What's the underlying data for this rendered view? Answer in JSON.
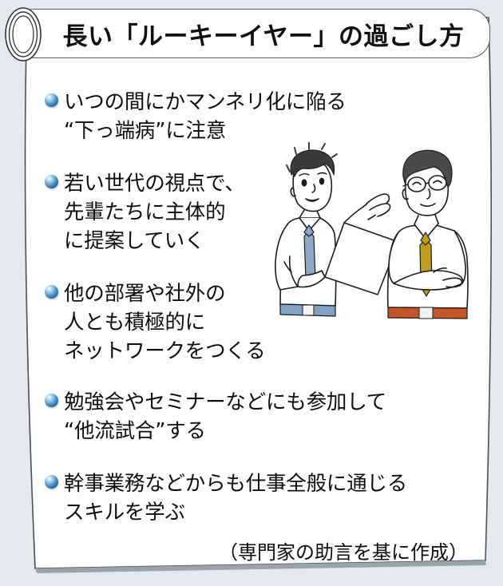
{
  "page": {
    "background_color": "#e3e9ef",
    "sheet_color": "#ffffff",
    "border_color": "#555b61"
  },
  "header": {
    "title": "長い「ルーキーイヤー」の過ごし方",
    "scroll_roll_icon": "scroll-roll-icon"
  },
  "bullets": [
    {
      "marker": "blue-sphere-bullet",
      "text": "いつの間にかマンネリ化に陥る\n“下っ端病”に注意"
    },
    {
      "marker": "blue-sphere-bullet",
      "text": "若い世代の視点で、\n先輩たちに主体的\nに提案していく"
    },
    {
      "marker": "blue-sphere-bullet",
      "text": "他の部署や社外の\n人とも積極的に\nネットワークをつくる"
    },
    {
      "marker": "blue-sphere-bullet",
      "text": "勉強会やセミナーなどにも参加して\n“他流試合”する"
    },
    {
      "marker": "blue-sphere-bullet",
      "text": "幹事業務などからも仕事全般に通じる\nスキルを学ぶ"
    }
  ],
  "footer": {
    "source_note": "（専門家の助言を基に作成）"
  },
  "illustration": {
    "name": "two-businessmen-illustration",
    "description": "young-employee-with-document-and-senior-colleague",
    "young_man": {
      "tie_color": "#8fa8c8",
      "belt_color": "#7ea1c4",
      "hair_color": "#3b3b3b"
    },
    "senior_man": {
      "tie_color": "#c19a1e",
      "belt_color": "#c4552a",
      "hair_color": "#4a4a4a",
      "accessory": "glasses"
    },
    "document_color": "#ffffff"
  },
  "colors": {
    "bullet_blue": "#3f8fc4",
    "text": "#0d0d0d",
    "outline": "#555b61"
  }
}
